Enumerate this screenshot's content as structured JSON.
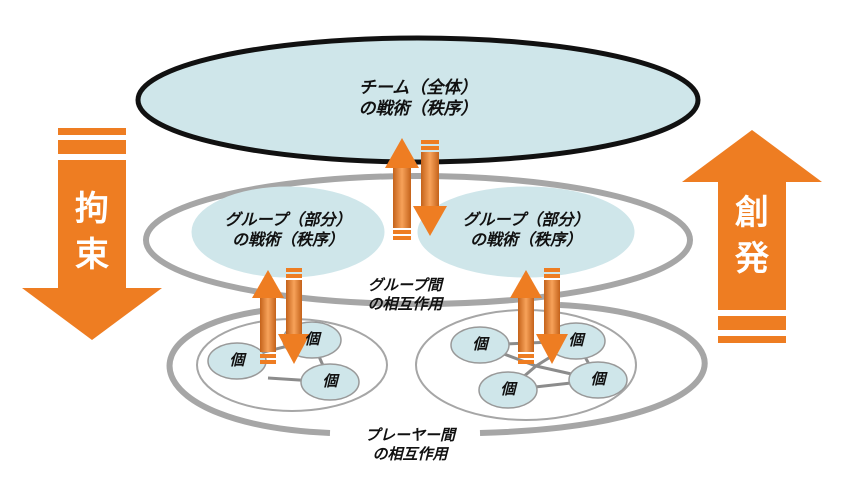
{
  "team": {
    "line1": "チーム（全体）",
    "line2": "の戦術（秩序）"
  },
  "group_left": {
    "line1": "グループ（部分）",
    "line2": "の戦術（秩序）"
  },
  "group_right": {
    "line1": "グループ（部分）",
    "line2": "の戦術（秩序）"
  },
  "group_interaction": {
    "line1": "グループ間",
    "line2": "の相互作用"
  },
  "player_interaction": {
    "line1": "プレーヤー間",
    "line2": "の相互作用"
  },
  "individual_label": "個",
  "left_arrow": {
    "char1": "拘",
    "char2": "束"
  },
  "right_arrow": {
    "char1": "創",
    "char2": "発"
  },
  "colors": {
    "ellipse_fill": "#cfe6ea",
    "ellipse_stroke": "#111111",
    "ring_stroke": "#a6a6a6",
    "arrow_orange": "#ee7d22",
    "arrow_inner": "#f5a35d"
  }
}
